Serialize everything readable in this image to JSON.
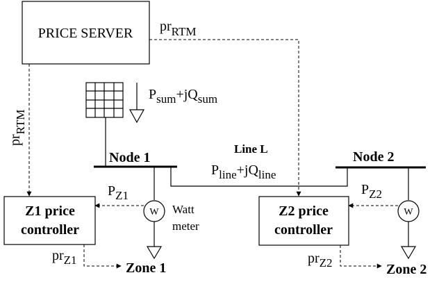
{
  "price_server": {
    "label": "PRICE SERVER"
  },
  "signals": {
    "pr_top": {
      "main": "pr",
      "sub": "RTM"
    },
    "pr_left": {
      "main": "pr",
      "sub": "RTM"
    },
    "p_sum": {
      "p": "P",
      "p_sub": "sum",
      "q": "+jQ",
      "q_sub": "sum"
    },
    "line_flow": {
      "p": "P",
      "p_sub": "line",
      "q": "+jQ",
      "q_sub": "line"
    },
    "pz1": {
      "main": "P",
      "sub": "Z1"
    },
    "pz2": {
      "main": "P",
      "sub": "Z2"
    },
    "prz1": {
      "main": "pr",
      "sub": "Z1"
    },
    "prz2": {
      "main": "pr",
      "sub": "Z2"
    }
  },
  "nodes": {
    "node1": "Node 1",
    "node2": "Node 2",
    "line": "Line L"
  },
  "controllers": {
    "z1_line1": "Z1 price",
    "z1_line2": "controller",
    "z2_line1": "Z2 price",
    "z2_line2": "controller"
  },
  "zones": {
    "zone1": "Zone 1",
    "zone2": "Zone 2"
  },
  "wattmeter": {
    "symbol": "W",
    "label1": "Watt",
    "label2": "meter"
  }
}
